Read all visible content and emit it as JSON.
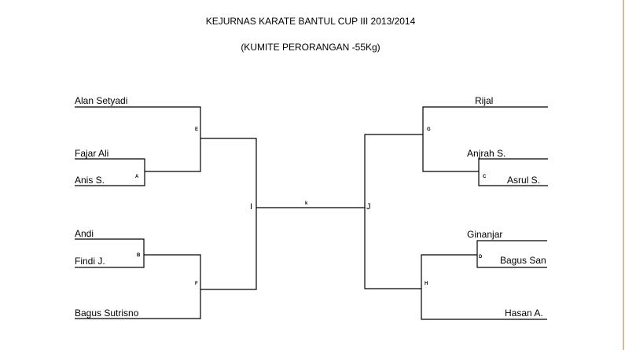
{
  "title": "KEJURNAS KARATE BANTUL CUP III 2013/2014",
  "subtitle": "(KUMITE PERORANGAN -55Kg)",
  "left": {
    "players": [
      "Alan Setyadi",
      "Fajar Ali",
      "Anis S.",
      "Andi",
      "Findi J.",
      "Bagus Sutrisno"
    ]
  },
  "right": {
    "players": [
      "Rijal",
      "Anjrah S.",
      "Asrul S.",
      "Ginanjar",
      "Bagus San",
      "Hasan A."
    ]
  },
  "matches": {
    "A": "A",
    "B": "B",
    "C": "C",
    "D": "D",
    "E": "E",
    "F": "F",
    "G": "G",
    "H": "H",
    "I": "I",
    "J": "J",
    "k": "k"
  },
  "colors": {
    "line": "#000000",
    "edge": "#c8a070"
  }
}
